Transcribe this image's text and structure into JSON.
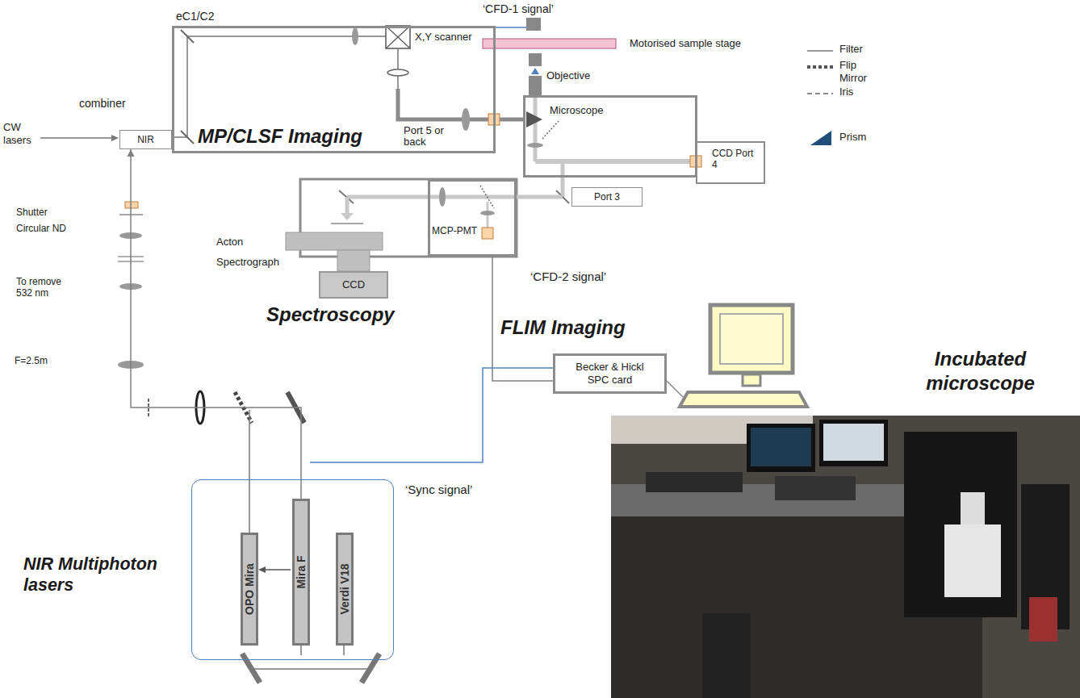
{
  "diagram": {
    "nodes": [
      {
        "text": [
          "eC1/C2"
        ]
      },
      {
        "text": [
          "NIR"
        ]
      },
      {
        "text": [
          "Microscope"
        ]
      },
      {
        "text": [
          "CCD Port 4"
        ]
      },
      {
        "text": [
          "Port 3"
        ]
      },
      {
        "text": [
          "MCP-PMT"
        ]
      },
      {
        "text": [
          "CCD"
        ]
      },
      {
        "text": [
          "Becker & Hickl SPC card"
        ]
      },
      {
        "text": [
          "NIR Multiphoton lasers"
        ]
      },
      {
        "text": [
          "OPO Mira"
        ],
        "in": 8
      },
      {
        "text": [
          "Mira F"
        ],
        "in": 8
      },
      {
        "text": [
          "Verdi V18"
        ],
        "in": 8
      }
    ],
    "edges": [
      {
        "from": 10,
        "to": 1,
        "arrow": "to"
      },
      {
        "from": 5,
        "to": 7,
        "label": "‘CFD-2 signal’",
        "arrow": "none"
      },
      {
        "from": 10,
        "to": 7,
        "label": "‘Sync signal’",
        "arrow": "none"
      }
    ],
    "labels": [
      "combiner",
      "CW lasers",
      "Shutter",
      "Circular ND",
      "To remove 532 nm",
      "F=2.5m",
      "MP/CLSF Imaging",
      "Port 5 or back",
      "X,Y scanner",
      "‘CFD-1 signal’",
      "Motorised sample stage",
      "Objective",
      "Acton Spectrograph",
      "Spectroscopy",
      "FLIM Imaging",
      "Incubated microscope"
    ],
    "legend": [
      {
        "text": "Filter"
      },
      {
        "text": "Flip Mirror"
      },
      {
        "text": "Iris"
      },
      {
        "text": "Prism"
      }
    ]
  }
}
